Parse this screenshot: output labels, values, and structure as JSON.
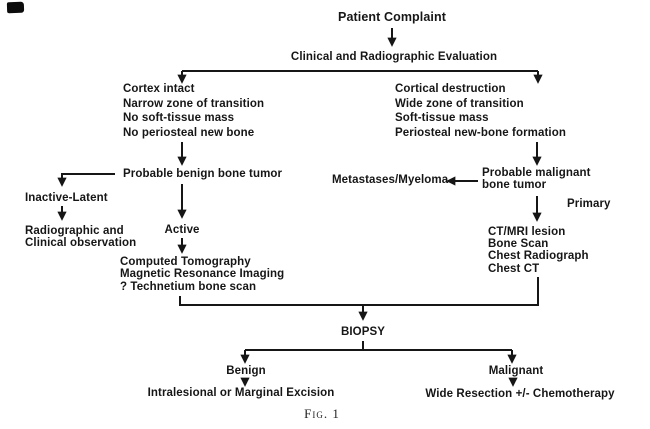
{
  "figure": {
    "caption": "Fig. 1",
    "colors": {
      "ink": "#161616",
      "background": "#ffffff"
    }
  },
  "nodes": {
    "patient_complaint": "Patient Complaint",
    "evaluation": "Clinical and Radiographic Evaluation",
    "benign_criteria": [
      "Cortex intact",
      "Narrow zone of transition",
      "No soft-tissue mass",
      "No periosteal new bone"
    ],
    "malignant_criteria": [
      "Cortical destruction",
      "Wide zone of transition",
      "Soft-tissue mass",
      "Periosteal new-bone formation"
    ],
    "probable_benign": "Probable benign bone tumor",
    "inactive_latent": "Inactive-Latent",
    "observation": [
      "Radiographic and",
      "Clinical observation"
    ],
    "active": "Active",
    "benign_workup": [
      "Computed Tomography",
      "Magnetic Resonance Imaging",
      "? Technetium bone scan"
    ],
    "metastases": "Metastases/Myeloma",
    "probable_malignant": [
      "Probable malignant",
      "bone tumor"
    ],
    "primary": "Primary",
    "malignant_workup": [
      "CT/MRI lesion",
      "Bone Scan",
      "Chest Radiograph",
      "Chest CT"
    ],
    "biopsy": "BIOPSY",
    "benign_result": "Benign",
    "benign_treatment": "Intralesional or Marginal Excision",
    "malignant_result": "Malignant",
    "malignant_treatment": "Wide Resection +/- Chemotherapy"
  }
}
